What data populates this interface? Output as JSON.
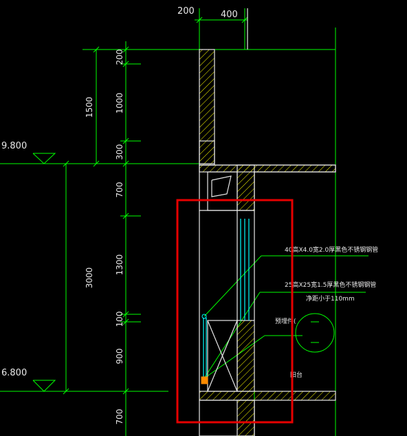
{
  "drawing": {
    "top_dims": {
      "left": "200",
      "right": "400"
    },
    "left_dims_outer": [
      "1500",
      "3000"
    ],
    "left_dims_inner": [
      "200",
      "1000",
      "300",
      "700",
      "1300",
      "100",
      "900",
      "700"
    ],
    "levels": [
      "9.800",
      "6.800"
    ],
    "notes": [
      "40高X4.0宽2.0厚黑色不锈钢钢管",
      "25高X25宽1.5厚黑色不锈钢钢管",
      "净距小于110mm",
      "预埋件(",
      "阳台"
    ],
    "colors": {
      "background": "#000000",
      "dimension_lines": "#00ff00",
      "walls": "#e8e8e8",
      "hatch": "#ffff00",
      "glass": "#00ffff",
      "highlight_box": "#e60000"
    }
  }
}
